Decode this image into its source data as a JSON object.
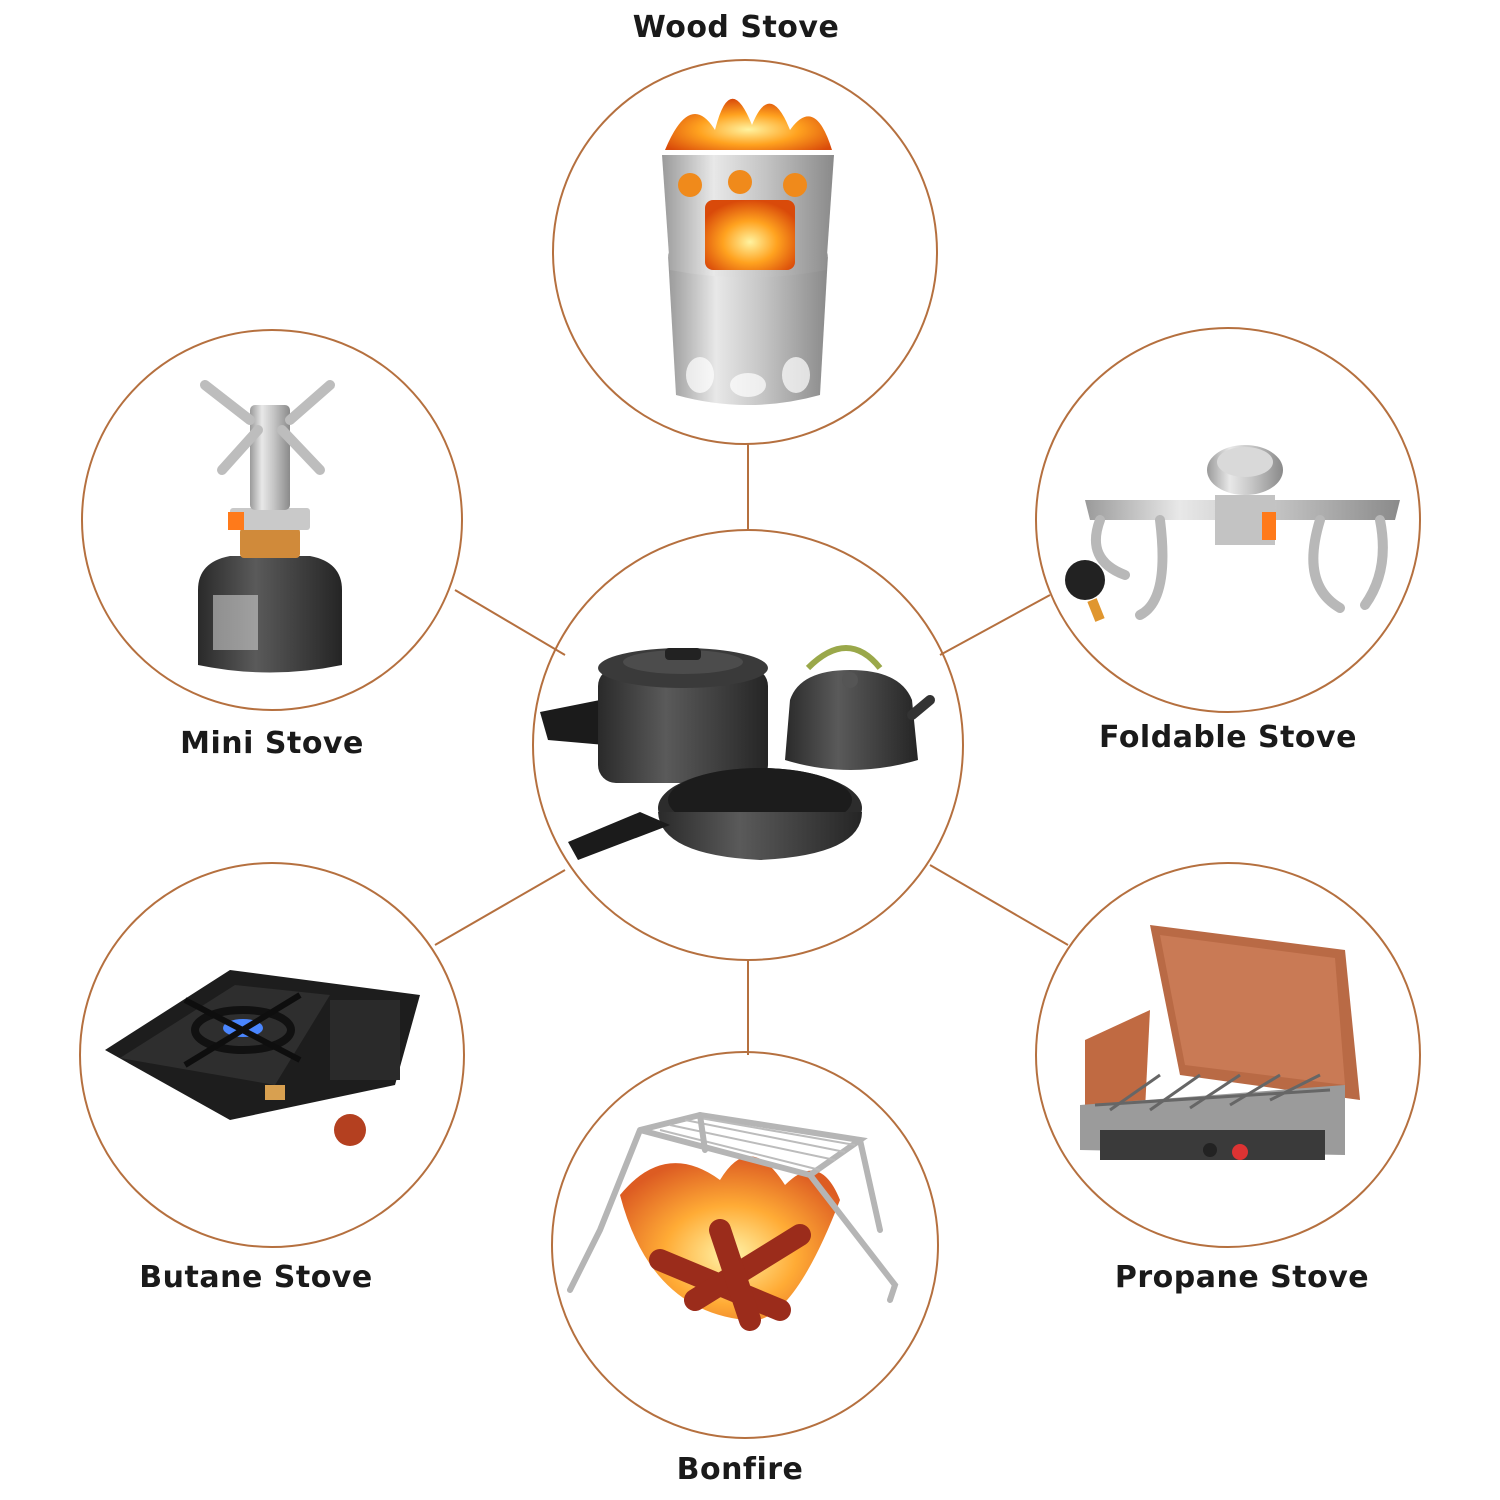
{
  "colors": {
    "ring": "#b5703f",
    "connector": "#b5703f",
    "background": "#ffffff",
    "text": "#1a1a1a"
  },
  "center": {
    "name": "cookware-set"
  },
  "items": [
    {
      "id": "wood-stove",
      "label": "Wood Stove"
    },
    {
      "id": "mini-stove",
      "label": "Mini Stove"
    },
    {
      "id": "foldable-stove",
      "label": "Foldable Stove"
    },
    {
      "id": "butane-stove",
      "label": "Butane Stove"
    },
    {
      "id": "propane-stove",
      "label": "Propane Stove"
    },
    {
      "id": "bonfire",
      "label": "Bonfire"
    }
  ]
}
